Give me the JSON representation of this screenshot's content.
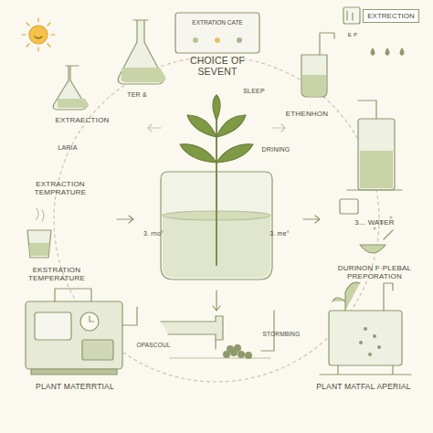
{
  "diagram": {
    "nodes": [
      {
        "text": [
          "EXTRATION CATE"
        ]
      },
      {
        "text": [
          "EXTRECTION"
        ]
      }
    ],
    "labels": [
      "TER &",
      "SLEEP",
      "EXTRAECTION",
      "ETHENHON",
      "LARIA",
      "DRINING",
      "EXTRACTION TEMPRATURE",
      "3. rno°",
      "3. me°",
      "3... WATER",
      "DURINON F·PLEBAL PREPORATION",
      "EKSTRATION TEMPERATURE",
      "OPASCOUL",
      "STORMBING",
      "PLANT MATERRTIAL",
      "PLANT MATFAL APERIAL",
      "CHOICE OF SEVENT",
      "E P"
    ]
  }
}
